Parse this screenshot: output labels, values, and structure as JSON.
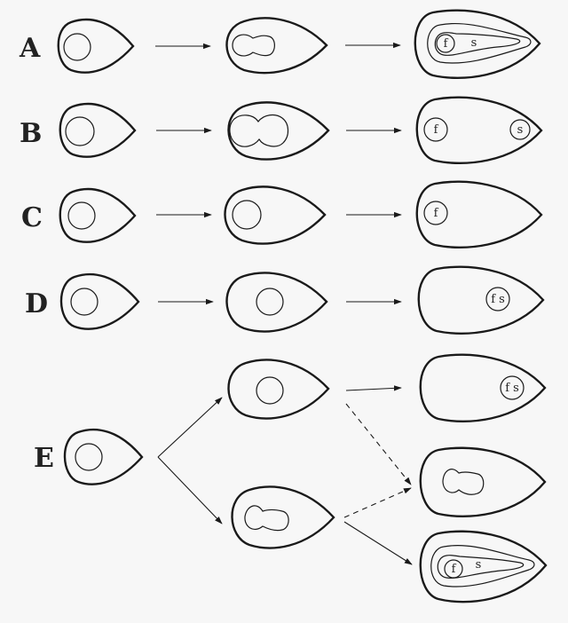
{
  "rows": [
    {
      "label": "A"
    },
    {
      "label": "B"
    },
    {
      "label": "C"
    },
    {
      "label": "D"
    },
    {
      "label": "E"
    }
  ],
  "cell_labels": {
    "f": "f",
    "s": "s",
    "fs": "f s"
  },
  "colors": {
    "stroke": "#1a1a1a",
    "background": "#f7f7f7"
  }
}
